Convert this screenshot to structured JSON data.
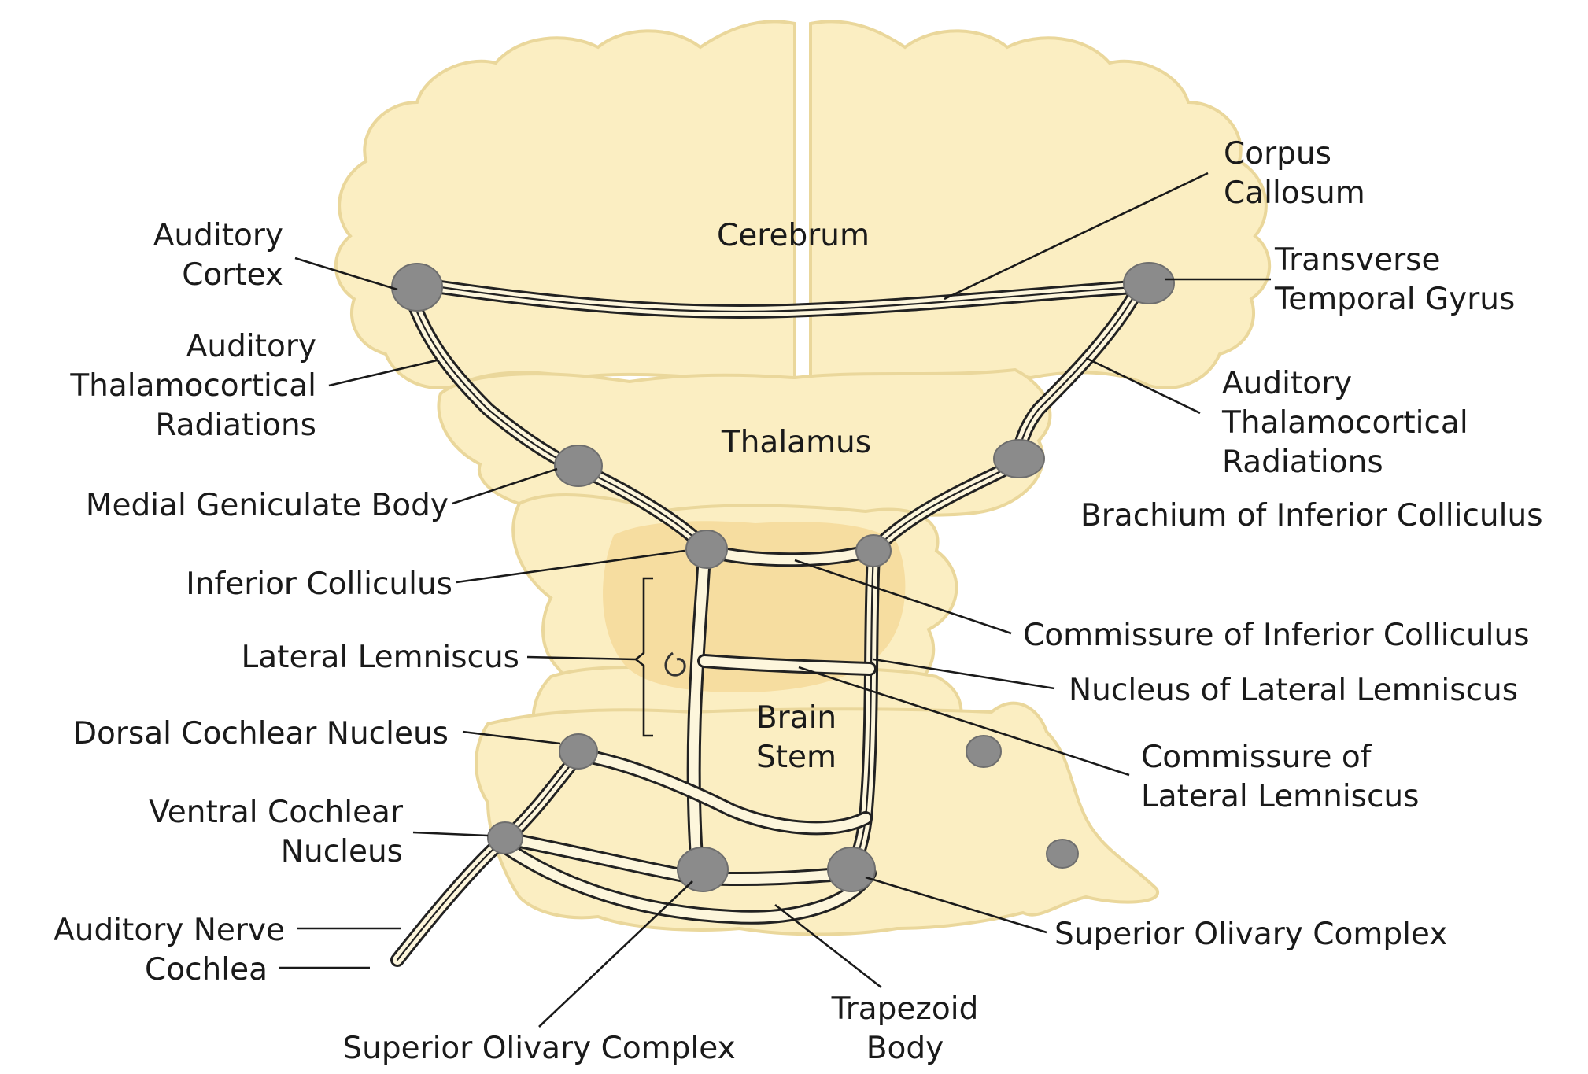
{
  "diagram": {
    "labels": {
      "corpus_callosum": [
        "Corpus",
        "Callosum"
      ],
      "cerebrum": "Cerebrum",
      "auditory_cortex": [
        "Auditory",
        "Cortex"
      ],
      "transverse_temporal_gyrus": [
        "Transverse",
        "Temporal Gyrus"
      ],
      "thalamocortical_left": [
        "Auditory",
        "Thalamocortical",
        "Radiations"
      ],
      "thalamocortical_right": [
        "Auditory",
        "Thalamocortical",
        "Radiations"
      ],
      "thalamus": "Thalamus",
      "medial_geniculate_body": "Medial Geniculate Body",
      "brachium_inferior_colliculus": "Brachium of Inferior Colliculus",
      "inferior_colliculus": "Inferior Colliculus",
      "commissure_inferior_colliculus": "Commissure of Inferior Colliculus",
      "lateral_lemniscus": "Lateral Lemniscus",
      "nucleus_lateral_lemniscus": "Nucleus of Lateral Lemniscus",
      "brain_stem": [
        "Brain",
        "Stem"
      ],
      "dorsal_cochlear_nucleus": "Dorsal Cochlear Nucleus",
      "commissure_lateral_lemniscus": [
        "Commissure of",
        "Lateral Lemniscus"
      ],
      "ventral_cochlear_nucleus": [
        "Ventral Cochlear",
        "Nucleus"
      ],
      "auditory_nerve": "Auditory Nerve",
      "cochlea": "Cochlea",
      "superior_olivary_complex_right": "Superior Olivary Complex",
      "trapezoid_body": [
        "Trapezoid",
        "Body"
      ],
      "superior_olivary_complex_bottom": "Superior Olivary Complex"
    },
    "colors": {
      "tissue": "#fbeec2",
      "tissue_dark": "#f6dda0",
      "nucleus": "#8b8b8b",
      "pathway": "#222222"
    }
  }
}
